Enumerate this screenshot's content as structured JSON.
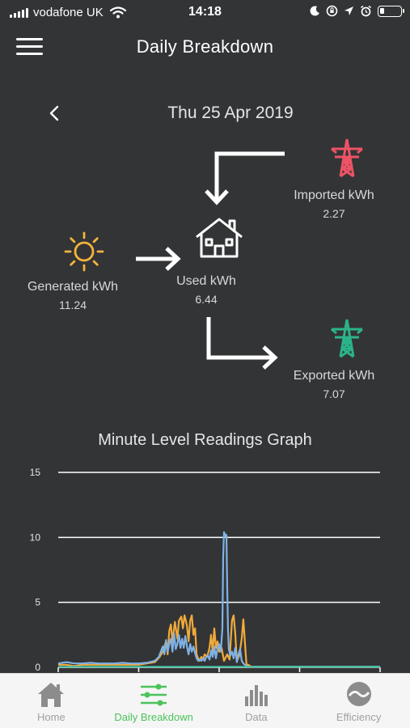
{
  "status_bar": {
    "carrier": "vodafone UK",
    "time": "14:18",
    "battery_level": 0.2,
    "icons": [
      "signal-icon",
      "wifi-icon",
      "moon-icon",
      "orientation-lock-icon",
      "location-icon",
      "alarm-icon",
      "battery-icon"
    ]
  },
  "header": {
    "title": "Daily Breakdown",
    "menu_icon": "hamburger-menu-icon"
  },
  "date_nav": {
    "date": "Thu 25 Apr 2019",
    "back_icon": "chevron-left-icon"
  },
  "energy_flow": {
    "generated": {
      "label": "Generated kWh",
      "value": "11.24",
      "icon": "sun-icon",
      "color": "#f3b43d"
    },
    "used": {
      "label": "Used kWh",
      "value": "6.44",
      "icon": "house-icon",
      "color": "#ffffff"
    },
    "imported": {
      "label": "Imported kWh",
      "value": "2.27",
      "icon": "pylon-icon",
      "color": "#ec5365"
    },
    "exported": {
      "label": "Exported kWh",
      "value": "7.07",
      "icon": "pylon-icon",
      "color": "#2bb389"
    }
  },
  "graph": {
    "title": "Minute Level Readings Graph"
  },
  "chart_data": {
    "type": "line",
    "title": "Minute Level Readings Graph",
    "ylim": [
      0,
      15
    ],
    "y_ticks": [
      "0",
      "5",
      "10",
      "15"
    ],
    "grid": true,
    "series": [
      {
        "color": "#f0aa3a",
        "points": [
          [
            0,
            0.2
          ],
          [
            10,
            0.2
          ],
          [
            20,
            0.1
          ],
          [
            30,
            0.2
          ],
          [
            40,
            0.2
          ],
          [
            50,
            0.2
          ],
          [
            60,
            0.2
          ],
          [
            70,
            0.2
          ],
          [
            80,
            0.2
          ],
          [
            90,
            0.2
          ],
          [
            100,
            0.2
          ],
          [
            110,
            0.3
          ],
          [
            120,
            0.4
          ],
          [
            126,
            0.8
          ],
          [
            130,
            1.2
          ],
          [
            134,
            2.0
          ],
          [
            136,
            1.0
          ],
          [
            138,
            2.8
          ],
          [
            140,
            3.3
          ],
          [
            142,
            2.0
          ],
          [
            145,
            3.5
          ],
          [
            148,
            2.2
          ],
          [
            150,
            3.6
          ],
          [
            153,
            3.9
          ],
          [
            155,
            3.0
          ],
          [
            157,
            4.0
          ],
          [
            160,
            3.2
          ],
          [
            162,
            2.0
          ],
          [
            164,
            3.6
          ],
          [
            166,
            4.0
          ],
          [
            168,
            2.5
          ],
          [
            170,
            3.0
          ],
          [
            172,
            1.0
          ],
          [
            175,
            0.5
          ],
          [
            178,
            0.8
          ],
          [
            180,
            0.6
          ],
          [
            182,
            1.0
          ],
          [
            185,
            0.8
          ],
          [
            188,
            1.5
          ],
          [
            190,
            2.5
          ],
          [
            192,
            1.2
          ],
          [
            194,
            3.0
          ],
          [
            196,
            1.5
          ],
          [
            198,
            2.0
          ],
          [
            200,
            1.2
          ],
          [
            203,
            1.5
          ],
          [
            206,
            0.5
          ],
          [
            210,
            1.0
          ],
          [
            213,
            0.6
          ],
          [
            216,
            3.6
          ],
          [
            218,
            4.0
          ],
          [
            220,
            2.6
          ],
          [
            222,
            0.5
          ],
          [
            225,
            0.9
          ],
          [
            228,
            2.2
          ],
          [
            230,
            3.7
          ],
          [
            232,
            2.0
          ],
          [
            234,
            0.2
          ],
          [
            236,
            0.2
          ],
          [
            240,
            0.05
          ],
          [
            400,
            0.05
          ]
        ]
      },
      {
        "color": "#7fb2e6",
        "points": [
          [
            0,
            0.3
          ],
          [
            10,
            0.4
          ],
          [
            20,
            0.3
          ],
          [
            30,
            0.3
          ],
          [
            40,
            0.35
          ],
          [
            50,
            0.3
          ],
          [
            60,
            0.3
          ],
          [
            70,
            0.3
          ],
          [
            80,
            0.35
          ],
          [
            90,
            0.3
          ],
          [
            100,
            0.3
          ],
          [
            110,
            0.35
          ],
          [
            120,
            0.5
          ],
          [
            125,
            0.8
          ],
          [
            128,
            1.3
          ],
          [
            130,
            1.6
          ],
          [
            132,
            1.0
          ],
          [
            134,
            2.1
          ],
          [
            136,
            1.2
          ],
          [
            138,
            1.8
          ],
          [
            140,
            2.2
          ],
          [
            142,
            1.2
          ],
          [
            144,
            2.6
          ],
          [
            146,
            1.4
          ],
          [
            148,
            1.8
          ],
          [
            150,
            2.5
          ],
          [
            152,
            1.5
          ],
          [
            154,
            2.2
          ],
          [
            156,
            1.5
          ],
          [
            158,
            2.4
          ],
          [
            160,
            1.6
          ],
          [
            162,
            1.0
          ],
          [
            164,
            1.8
          ],
          [
            166,
            1.2
          ],
          [
            168,
            1.6
          ],
          [
            170,
            1.1
          ],
          [
            172,
            0.7
          ],
          [
            174,
            0.5
          ],
          [
            176,
            0.6
          ],
          [
            178,
            0.5
          ],
          [
            180,
            0.7
          ],
          [
            182,
            0.5
          ],
          [
            184,
            0.8
          ],
          [
            186,
            0.9
          ],
          [
            188,
            0.6
          ],
          [
            190,
            1.3
          ],
          [
            192,
            0.8
          ],
          [
            194,
            1.6
          ],
          [
            196,
            0.7
          ],
          [
            198,
            1.5
          ],
          [
            200,
            1.8
          ],
          [
            202,
            1.2
          ],
          [
            204,
            3.0
          ],
          [
            205,
            8.5
          ],
          [
            206,
            10.4
          ],
          [
            208,
            10.1
          ],
          [
            209,
            10.2
          ],
          [
            210,
            6.0
          ],
          [
            211,
            3.0
          ],
          [
            212,
            1.4
          ],
          [
            214,
            0.9
          ],
          [
            216,
            1.2
          ],
          [
            218,
            0.7
          ],
          [
            220,
            1.5
          ],
          [
            222,
            0.4
          ],
          [
            224,
            1.0
          ],
          [
            226,
            1.4
          ],
          [
            228,
            0.5
          ],
          [
            230,
            0.3
          ],
          [
            232,
            0.2
          ],
          [
            234,
            0.1
          ],
          [
            236,
            0.05
          ],
          [
            400,
            0.05
          ]
        ]
      },
      {
        "color": "#3fbfa0",
        "points": [
          [
            0,
            0.05
          ],
          [
            236,
            0.05
          ],
          [
            400,
            0.05
          ]
        ]
      }
    ]
  },
  "tab_bar": {
    "items": [
      {
        "label": "Home",
        "icon": "home-icon",
        "active": false
      },
      {
        "label": "Daily Breakdown",
        "icon": "sliders-icon",
        "active": true
      },
      {
        "label": "Data",
        "icon": "bar-chart-icon",
        "active": false
      },
      {
        "label": "Efficiency",
        "icon": "gauge-icon",
        "active": false
      }
    ],
    "active_color": "#4cc35a",
    "inactive_color": "#a0a0a0"
  }
}
